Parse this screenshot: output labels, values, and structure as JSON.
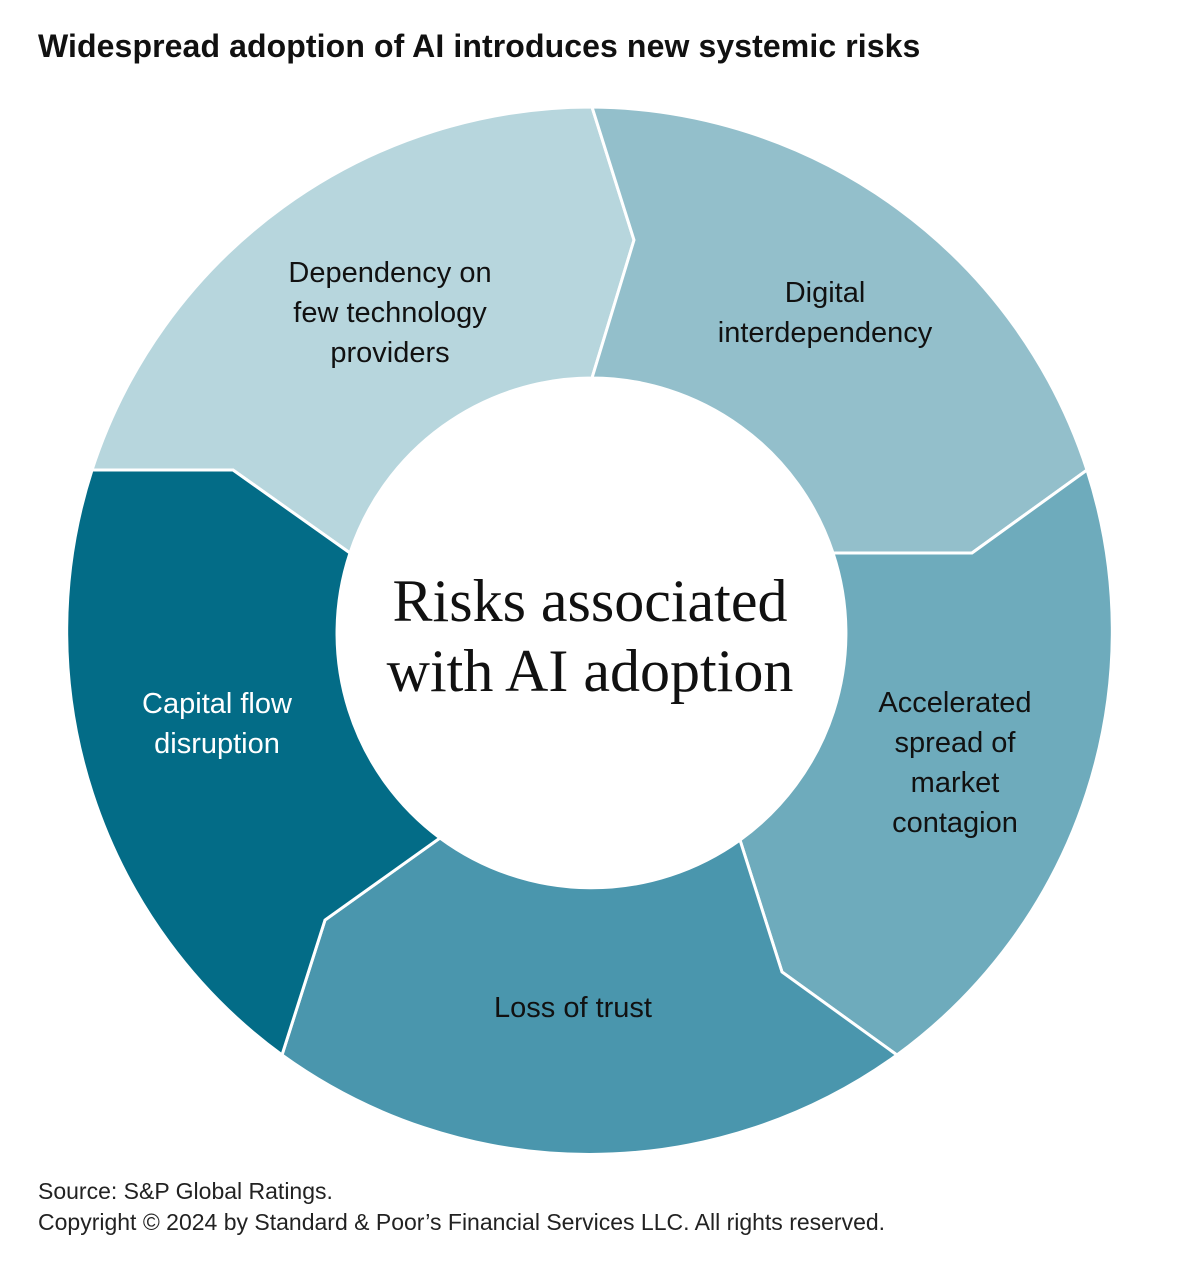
{
  "title": "Widespread adoption of AI introduces new systemic risks",
  "center_label": [
    "Risks associated",
    "with AI adoption"
  ],
  "segments": [
    {
      "label": [
        "Dependency on",
        "few technology",
        "providers"
      ],
      "color": "#b7d6dd",
      "text_color": "#111111"
    },
    {
      "label": [
        "Digital",
        "interdependency"
      ],
      "color": "#93bfcb",
      "text_color": "#111111"
    },
    {
      "label": [
        "Accelerated",
        "spread of",
        "market",
        "contagion"
      ],
      "color": "#6eabbc",
      "text_color": "#111111"
    },
    {
      "label": [
        "Loss of trust"
      ],
      "color": "#4a96ad",
      "text_color": "#111111"
    },
    {
      "label": [
        "Capital flow",
        "disruption"
      ],
      "color": "#036c87",
      "text_color": "#ffffff"
    }
  ],
  "footer": {
    "source": "Source: S&P Global Ratings.",
    "copyright": "Copyright © 2024 by Standard & Poor’s Financial Services LLC. All rights reserved."
  }
}
